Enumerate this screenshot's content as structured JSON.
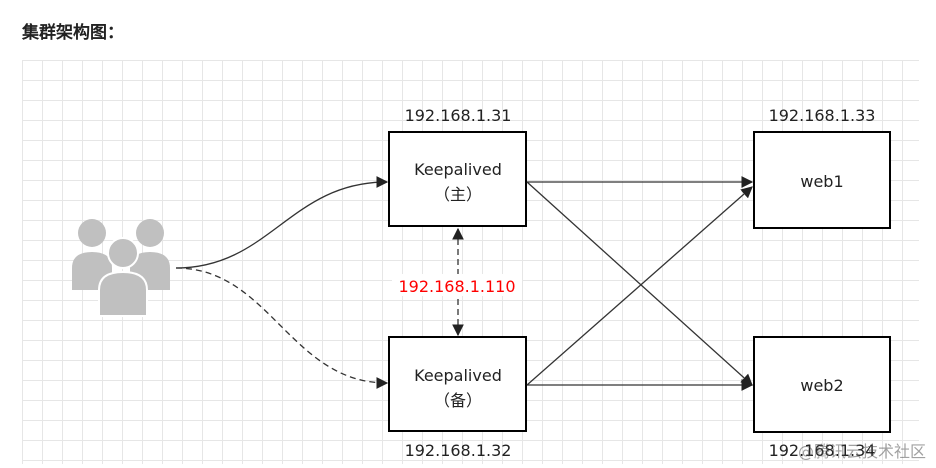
{
  "title": "集群架构图：",
  "nodes": {
    "keepalived_master": {
      "ip": "192.168.1.31",
      "line1": "Keepalived",
      "line2": "（主）"
    },
    "keepalived_backup": {
      "ip": "192.168.1.32",
      "line1": "Keepalived",
      "line2": "（备）"
    },
    "web1": {
      "ip": "192.168.1.33",
      "label": "web1"
    },
    "web2": {
      "ip": "192.168.1.34",
      "label": "web2"
    }
  },
  "vip": "192.168.1.110",
  "watermark": "@腾讯云技术社区",
  "icons": {
    "users": "users-group-icon"
  },
  "colors": {
    "vip": "#ff0000",
    "grid": "#e6e6e6",
    "users": "#c0c0c0"
  }
}
